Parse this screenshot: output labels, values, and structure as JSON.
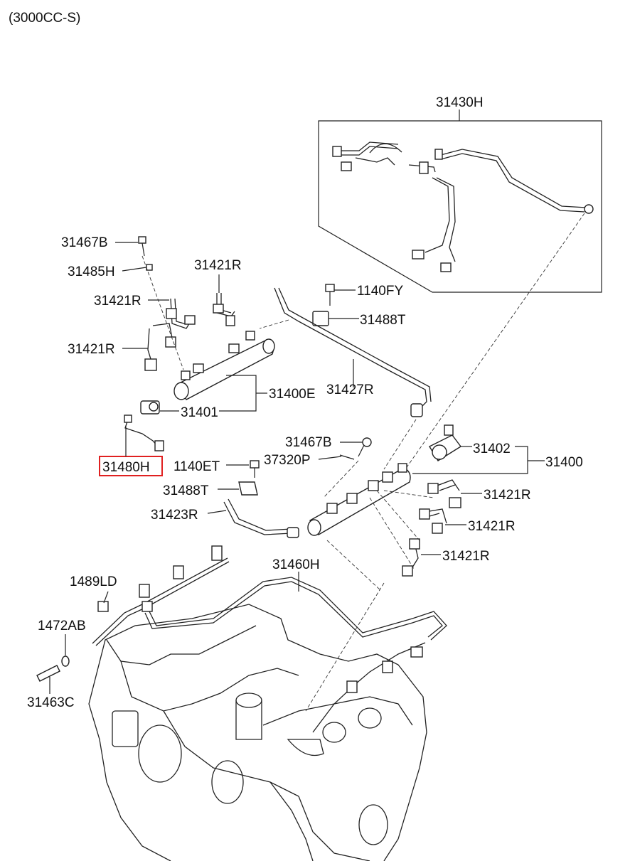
{
  "header": {
    "variant": "(3000CC-S)"
  },
  "highlight": {
    "part": "31480H",
    "color": "#e02020"
  },
  "labels": {
    "p31430H": "31430H",
    "p31467B_a": "31467B",
    "p31485H": "31485H",
    "p31421R_a": "31421R",
    "p31421R_b": "31421R",
    "p31421R_c": "31421R",
    "p1140FY": "1140FY",
    "p31488T_a": "31488T",
    "p31400E": "31400E",
    "p31427R": "31427R",
    "p31401": "31401",
    "p31480H": "31480H",
    "p31467B_b": "31467B",
    "p31402": "31402",
    "p31400": "31400",
    "p1140ET": "1140ET",
    "p37320P": "37320P",
    "p31488T_b": "31488T",
    "p31421R_d": "31421R",
    "p31423R": "31423R",
    "p31421R_e": "31421R",
    "p31421R_f": "31421R",
    "p31460H": "31460H",
    "p1489LD": "1489LD",
    "p1472AB": "1472AB",
    "p31463C": "31463C"
  }
}
